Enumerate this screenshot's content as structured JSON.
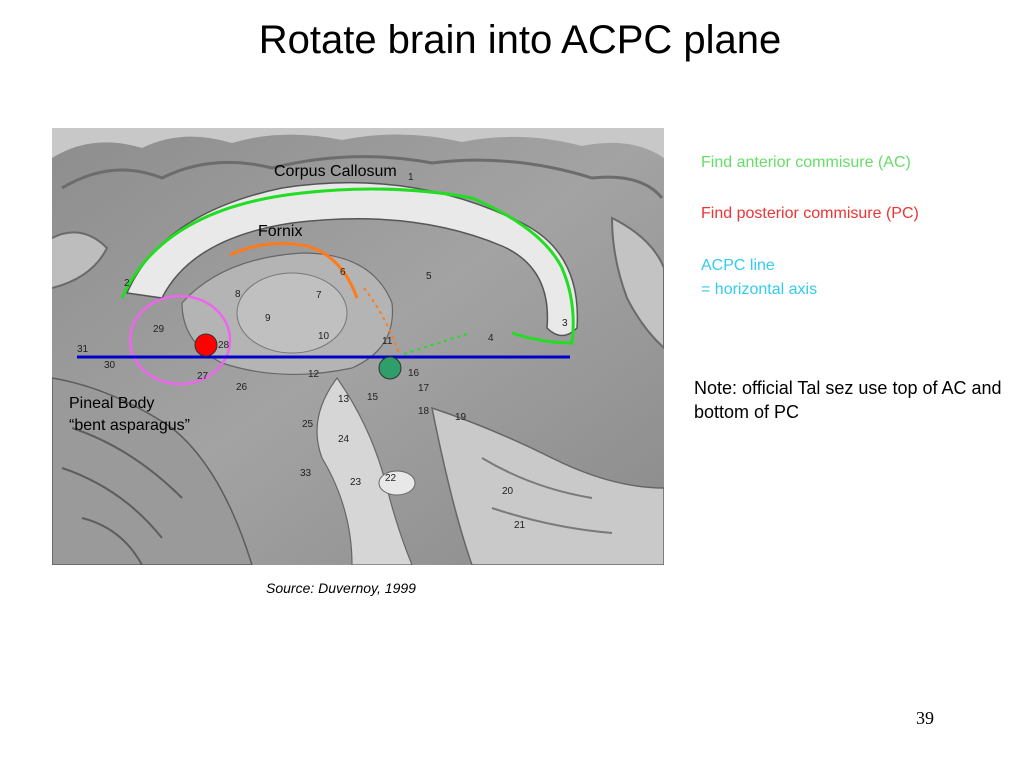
{
  "title": "Rotate brain into ACPC plane",
  "figure": {
    "labels": {
      "corpus_callosum": "Corpus Callosum",
      "fornix": "Fornix",
      "pineal_line1": "Pineal Body",
      "pineal_line2": "“bent asparagus”"
    },
    "structure_numbers": [
      "1",
      "2",
      "3",
      "4",
      "5",
      "6",
      "7",
      "8",
      "9",
      "10",
      "11",
      "12",
      "13",
      "15",
      "16",
      "17",
      "18",
      "19",
      "20",
      "21",
      "22",
      "23",
      "24",
      "25",
      "26",
      "27",
      "28",
      "29",
      "30",
      "31",
      "33"
    ],
    "colors": {
      "corpus_callosum_outline": "#22dd22",
      "fornix_outline": "#ff7a1a",
      "pineal_circle": "#ee66ee",
      "pc_point": "#ff0000",
      "ac_point": "#2e9e6a",
      "acpc_line": "#0000cc"
    }
  },
  "instructions": {
    "ac": {
      "text": "Find anterior commisure (AC)",
      "color": "#66dd66"
    },
    "pc": {
      "text": "Find posterior commisure (PC)",
      "color": "#ee3333"
    },
    "acpc_line1": {
      "text": "ACPC line",
      "color": "#33ccee"
    },
    "acpc_line2": {
      "text": "= horizontal axis",
      "color": "#33ccee"
    }
  },
  "note": "Note: official Tal sez use top of AC and bottom of PC",
  "source": "Source: Duvernoy, 1999",
  "page_number": "39"
}
